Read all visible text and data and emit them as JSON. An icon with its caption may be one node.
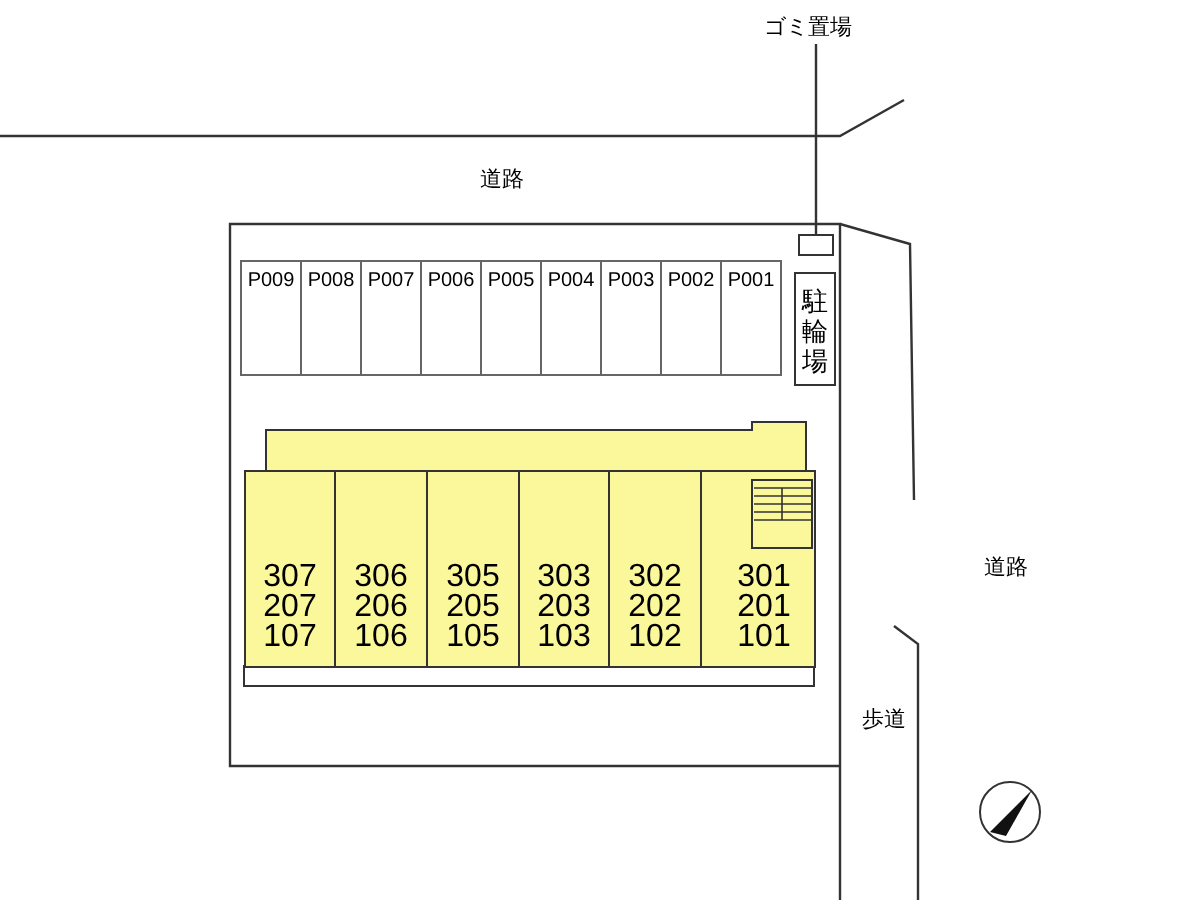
{
  "diagram": {
    "nodes": [
      {
        "text": [
          "ゴミ置場"
        ]
      },
      {
        "text": [],
        "shape": "box"
      },
      {
        "text": [
          "P009"
        ]
      },
      {
        "text": [
          "P008"
        ]
      },
      {
        "text": [
          "P007"
        ]
      },
      {
        "text": [
          "P006"
        ]
      },
      {
        "text": [
          "P005"
        ]
      },
      {
        "text": [
          "P004"
        ]
      },
      {
        "text": [
          "P003"
        ]
      },
      {
        "text": [
          "P002"
        ]
      },
      {
        "text": [
          "P001"
        ]
      },
      {
        "text": [
          "駐輪場"
        ]
      },
      {
        "text": [
          "307 207 107"
        ]
      },
      {
        "text": [
          "306 206 106"
        ]
      },
      {
        "text": [
          "305 205 105"
        ]
      },
      {
        "text": [
          "303 203 103"
        ]
      },
      {
        "text": [
          "302 202 102"
        ]
      },
      {
        "text": [
          "301 201 101"
        ]
      }
    ],
    "edges": [
      {
        "from": 0,
        "to": 1,
        "arrow": "none"
      }
    ],
    "labels": [
      "道路",
      "道路",
      "歩道"
    ]
  }
}
